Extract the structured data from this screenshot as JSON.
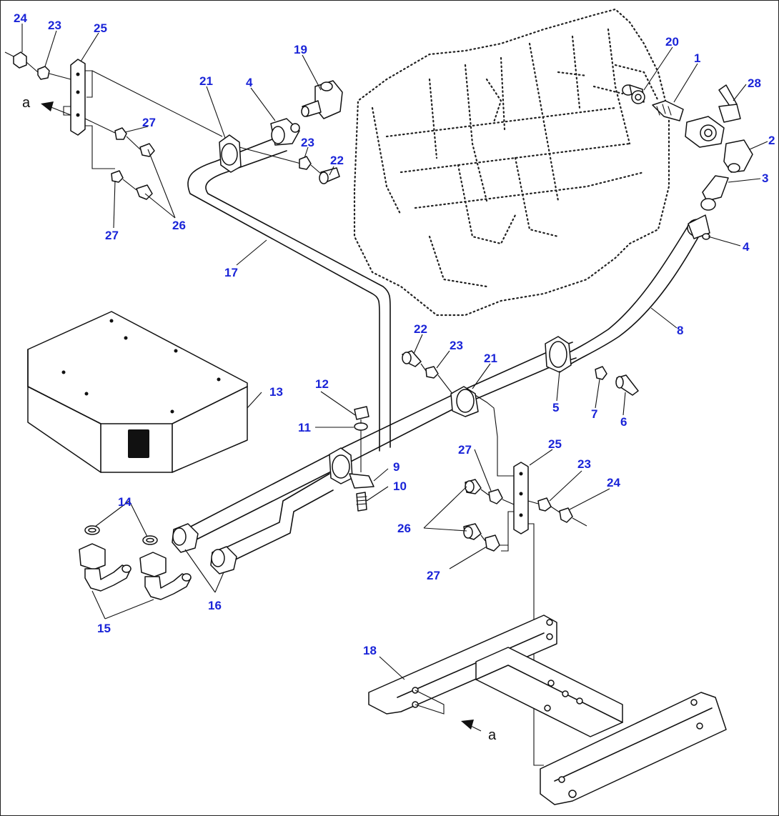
{
  "diagram": {
    "view_mark": "a",
    "callouts": {
      "c1": "1",
      "c2": "2",
      "c3": "3",
      "c4a": "4",
      "c4b": "4",
      "c5": "5",
      "c6": "6",
      "c7": "7",
      "c8": "8",
      "c9": "9",
      "c10": "10",
      "c11": "11",
      "c12": "12",
      "c13": "13",
      "c14": "14",
      "c15": "15",
      "c16": "16",
      "c17": "17",
      "c18": "18",
      "c19": "19",
      "c20": "20",
      "c21a": "21",
      "c21b": "21",
      "c22a": "22",
      "c22b": "22",
      "c23a": "23",
      "c23b": "23",
      "c23c": "23",
      "c23d": "23",
      "c24a": "24",
      "c24b": "24",
      "c25a": "25",
      "c25b": "25",
      "c26a": "26",
      "c26b": "26",
      "c27a": "27",
      "c27b": "27",
      "c27c": "27",
      "c27d": "27",
      "c28": "28"
    },
    "colors": {
      "callout": "#1a24d8",
      "line": "#111111",
      "background": "#ffffff"
    }
  }
}
